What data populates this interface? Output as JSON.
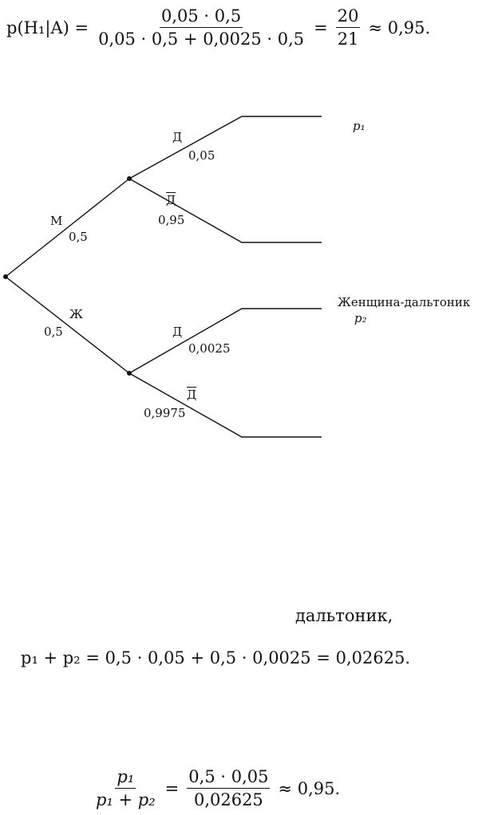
{
  "formula1": {
    "lhs": "p(H₁|A) =",
    "numerator": "0,05 · 0,5",
    "denominator": "0,05 · 0,5 + 0,0025 · 0,5",
    "eq": "=",
    "frac2_num": "20",
    "frac2_den": "21",
    "result": "≈ 0,95."
  },
  "tree": {
    "branch_m": {
      "label": "М",
      "prob": "0,5"
    },
    "branch_zh": {
      "label": "Ж",
      "prob": "0,5"
    },
    "m_d": {
      "label": "Д",
      "prob": "0,05"
    },
    "m_notd": {
      "label": "Д",
      "prob": "0,95"
    },
    "zh_d": {
      "label": "Д",
      "prob": "0,0025"
    },
    "zh_notd": {
      "label": "Д",
      "prob": "0,9975"
    },
    "leaf_p1": "p₁",
    "leaf_woman": "Женщина-дальтоник",
    "leaf_p2": "p₂"
  },
  "text_fragment": "дальтоник,",
  "formula2": "p₁ + p₂ = 0,5 · 0,05 + 0,5 · 0,0025 = 0,02625.",
  "formula3": {
    "num": "p₁",
    "den": "p₁ + p₂",
    "eq": "=",
    "num2": "0,5 · 0,05",
    "den2": "0,02625",
    "result": "≈ 0,95."
  }
}
